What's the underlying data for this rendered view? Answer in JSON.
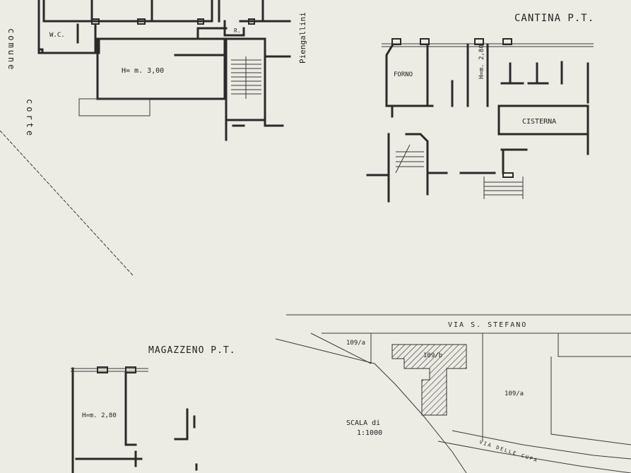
{
  "labels": {
    "cantina_title": "CANTINA P.T.",
    "magazzeno_title": "MAGAZZENO P.T.",
    "wc": "W.C.",
    "r": "R.",
    "height_main": "H= m. 3,00",
    "height_cantina": "H=m. 2,80",
    "height_magazzeno": "H=m. 2,80",
    "forno": "FORNO",
    "cisterna": "CISTERNA",
    "piengallini": "Piengallini",
    "corte": "corte",
    "comune": "comune",
    "street_top": "VIA  S.  STEFANO",
    "street_bottom": "VIA  DELLE  CUPA",
    "parcel_a": "109/a",
    "parcel_b": "109/b",
    "parcel_c": "109/a",
    "scale_line1": "SCALA  di",
    "scale_line2": "1:1000"
  },
  "colors": {
    "paper": "#ecebe4",
    "ink": "#2a2a2a"
  }
}
